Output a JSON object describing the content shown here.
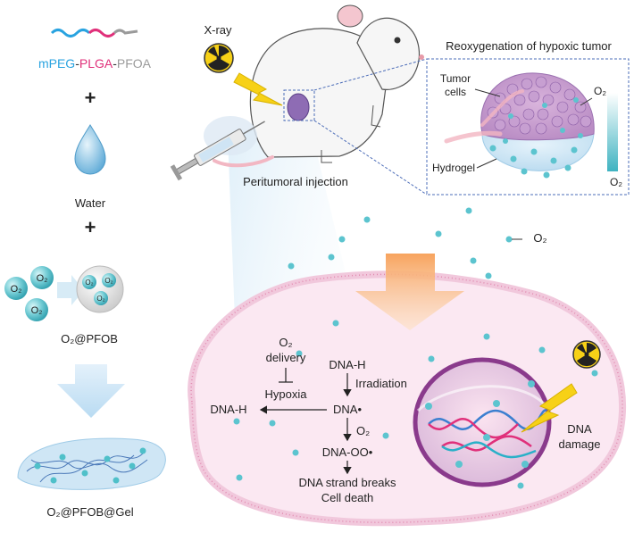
{
  "polymer": {
    "segment_1": "mPEG",
    "dash_1": "-",
    "segment_2": "PLGA",
    "dash_2": "-",
    "segment_3": "PFOA",
    "colors": {
      "mpeg": "#29a3e0",
      "plga": "#e0307a",
      "pfoa": "#9a9a9a"
    }
  },
  "plus_sign": "+",
  "water_label": "Water",
  "o2_symbol": "O₂",
  "o2_pfob_label": "O₂@PFOB",
  "o2_pfob_gel_label": "O₂@PFOB@Gel",
  "xray_label": "X-ray",
  "injection_label": "Peritumoral injection",
  "inset": {
    "title": "Reoxygenation of hypoxic tumor",
    "tumor_cells_label_1": "Tumor",
    "tumor_cells_label_2": "cells",
    "hydrogel_label": "Hydrogel",
    "o2_top": "O₂",
    "o2_bottom": "O₂"
  },
  "cell": {
    "o2_delivery_1": "O₂",
    "o2_delivery_2": "delivery",
    "hypoxia": "Hypoxia",
    "dna_h_left": "DNA-H",
    "dna_h_top": "DNA-H",
    "irradiation": "Irradiation",
    "dna_radical": "DNA•",
    "o2_step": "O₂",
    "dna_oo": "DNA-OO•",
    "strand_breaks": "DNA strand breaks",
    "cell_death": "Cell death",
    "dna_damage_1": "DNA",
    "dna_damage_2": "damage"
  },
  "colors": {
    "accent_blue": "#2a7fc0",
    "o2_bubble": "#5cc4cf",
    "cell_fill": "#fbe8f2",
    "membrane": "#e79fbf",
    "nucleus": "#8a3a8c",
    "hazard_yellow": "#f7d117"
  }
}
